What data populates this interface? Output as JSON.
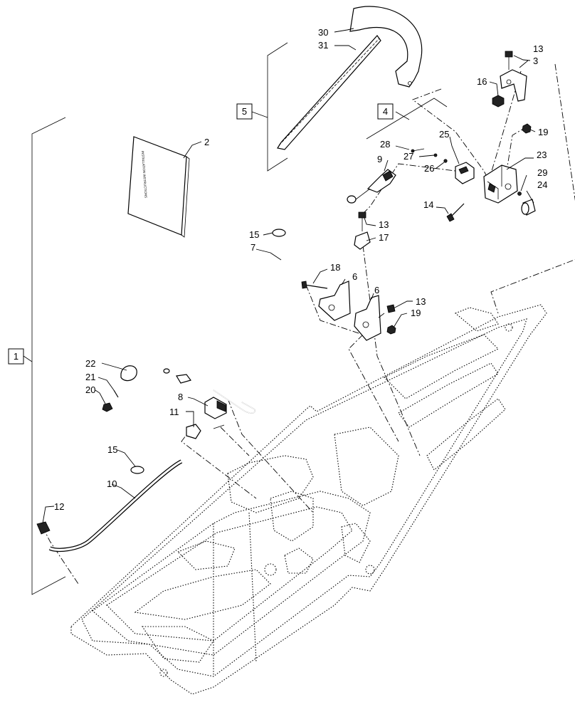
{
  "callouts": [
    "1",
    "2",
    "3",
    "4",
    "5",
    "6",
    "6",
    "7",
    "8",
    "9",
    "10",
    "11",
    "12",
    "13",
    "13",
    "13",
    "14",
    "15",
    "15",
    "16",
    "17",
    "18",
    "19",
    "19",
    "20",
    "21",
    "22",
    "23",
    "24",
    "25",
    "26",
    "27",
    "28",
    "29",
    "30",
    "31"
  ],
  "boxes": {
    "b1": "1",
    "b4": "4",
    "b5": "5"
  },
  "booklet": {
    "line1": "INSTALLATION INSTRUCTIONS"
  }
}
